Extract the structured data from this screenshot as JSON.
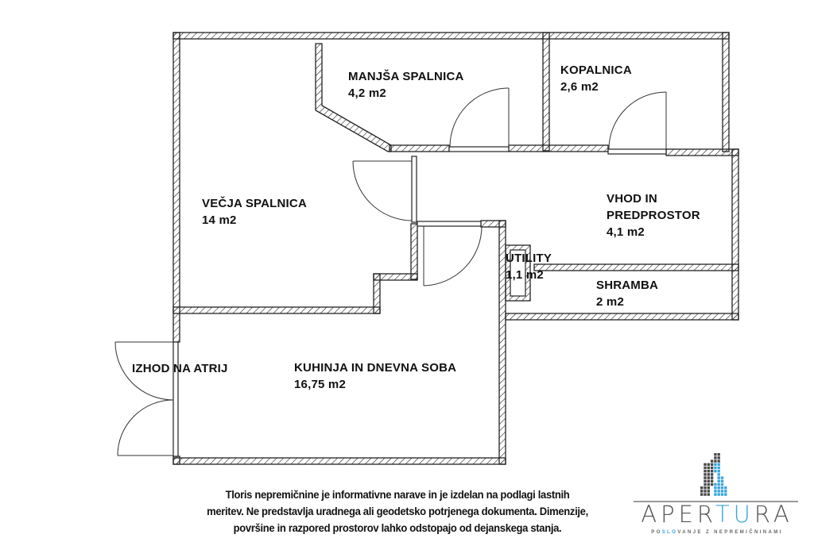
{
  "rooms": [
    {
      "name": "MANJŠA SPALNICA",
      "area": "4,2 m2"
    },
    {
      "name": "KOPALNICA",
      "area": "2,6 m2"
    },
    {
      "name": "VEČJA SPALNICA",
      "area": "14 m2"
    },
    {
      "name_line1": "VHOD IN",
      "name_line2": "PREDPROSTOR",
      "area": "4,1 m2"
    },
    {
      "name": "UTILITY",
      "area": "1,1 m2"
    },
    {
      "name": "SHRAMBA",
      "area": "2 m2"
    },
    {
      "name": "KUHINJA IN DNEVNA SOBA",
      "area": "16,75 m2"
    },
    {
      "name": "IZHOD NA ATRIJ"
    }
  ],
  "disclaimer": {
    "line1": "Tloris nepremičnine je informativne narave in je izdelan na podlagi lastnih",
    "line2": "meritev. Ne predstavlja uradnega ali geodetsko potrjenega dokumenta. Dimenzije,",
    "line3": "površine in razpored prostorov lahko odstopajo od dejanskega stanja."
  },
  "logo": {
    "word_a": "APER",
    "word_b": "TU",
    "word_c": "RA",
    "sub_a": "PO",
    "sub_b": "SLO",
    "sub_c": "VANJE Z NEPREMIČNINAMI",
    "accent_color": "#3aa6dc",
    "gray_color": "#4a4a4a"
  }
}
